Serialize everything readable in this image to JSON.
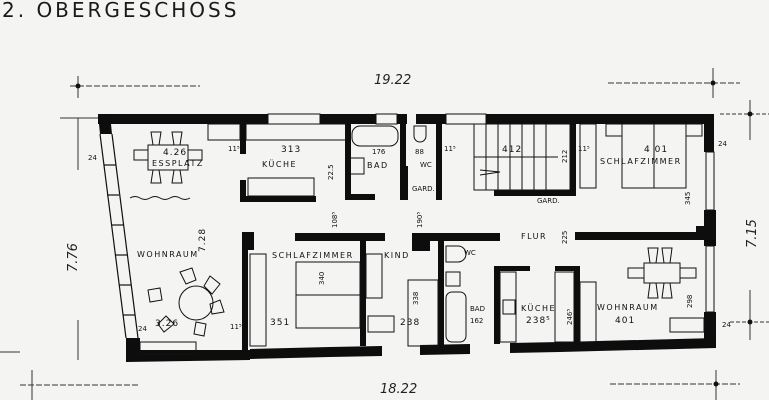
{
  "plan": {
    "title": "2. OBERGESCHOSS",
    "overall_dimensions": {
      "top_width": "19.22",
      "bottom_width": "18.22",
      "left_depth": "7.76",
      "right_depth": "7.15"
    },
    "rooms": [
      {
        "id": "essplatz",
        "label": "ESSPLATZ",
        "dimension": "4.26"
      },
      {
        "id": "kueche-left",
        "label": "KÜCHE",
        "dimension": "313"
      },
      {
        "id": "bad-left",
        "label": "BAD",
        "dimension": "176"
      },
      {
        "id": "wc-left",
        "label": "WC",
        "dimension": "88"
      },
      {
        "id": "gard-left",
        "label": "GARD."
      },
      {
        "id": "stair",
        "label": "",
        "dimension": "412"
      },
      {
        "id": "gard-right",
        "label": "GARD."
      },
      {
        "id": "schlafzimmer-right",
        "label": "SCHLAFZIMMER",
        "dimension": "4 01"
      },
      {
        "id": "wohnraum-left",
        "label": "WOHNRAUM",
        "dimension": "7.28"
      },
      {
        "id": "schlafzimmer-left",
        "label": "SCHLAFZIMMER",
        "dimension": "340"
      },
      {
        "id": "kind",
        "label": "KIND",
        "dimension": "338"
      },
      {
        "id": "flur",
        "label": "FLUR",
        "dimension": "225"
      },
      {
        "id": "wc-right",
        "label": "WC"
      },
      {
        "id": "bad-right",
        "label": "BAD",
        "dimension": "162"
      },
      {
        "id": "kueche-right",
        "label": "KÜCHE",
        "dimension": "238⁵"
      },
      {
        "id": "wohnraum-right",
        "label": "WOHNRAUM",
        "dimension": "401"
      }
    ],
    "dimension_labels": {
      "d_326": "3.26",
      "d_351": "351",
      "d_238": "238",
      "d_162": "162",
      "d_345": "345",
      "d_298": "298",
      "d_2465": "246⁵",
      "d_225a": "22.5",
      "d_212": "212",
      "d_108": "108⁵",
      "d_190": "190⁵",
      "d_24": "24",
      "d_115": "11⁵"
    }
  }
}
